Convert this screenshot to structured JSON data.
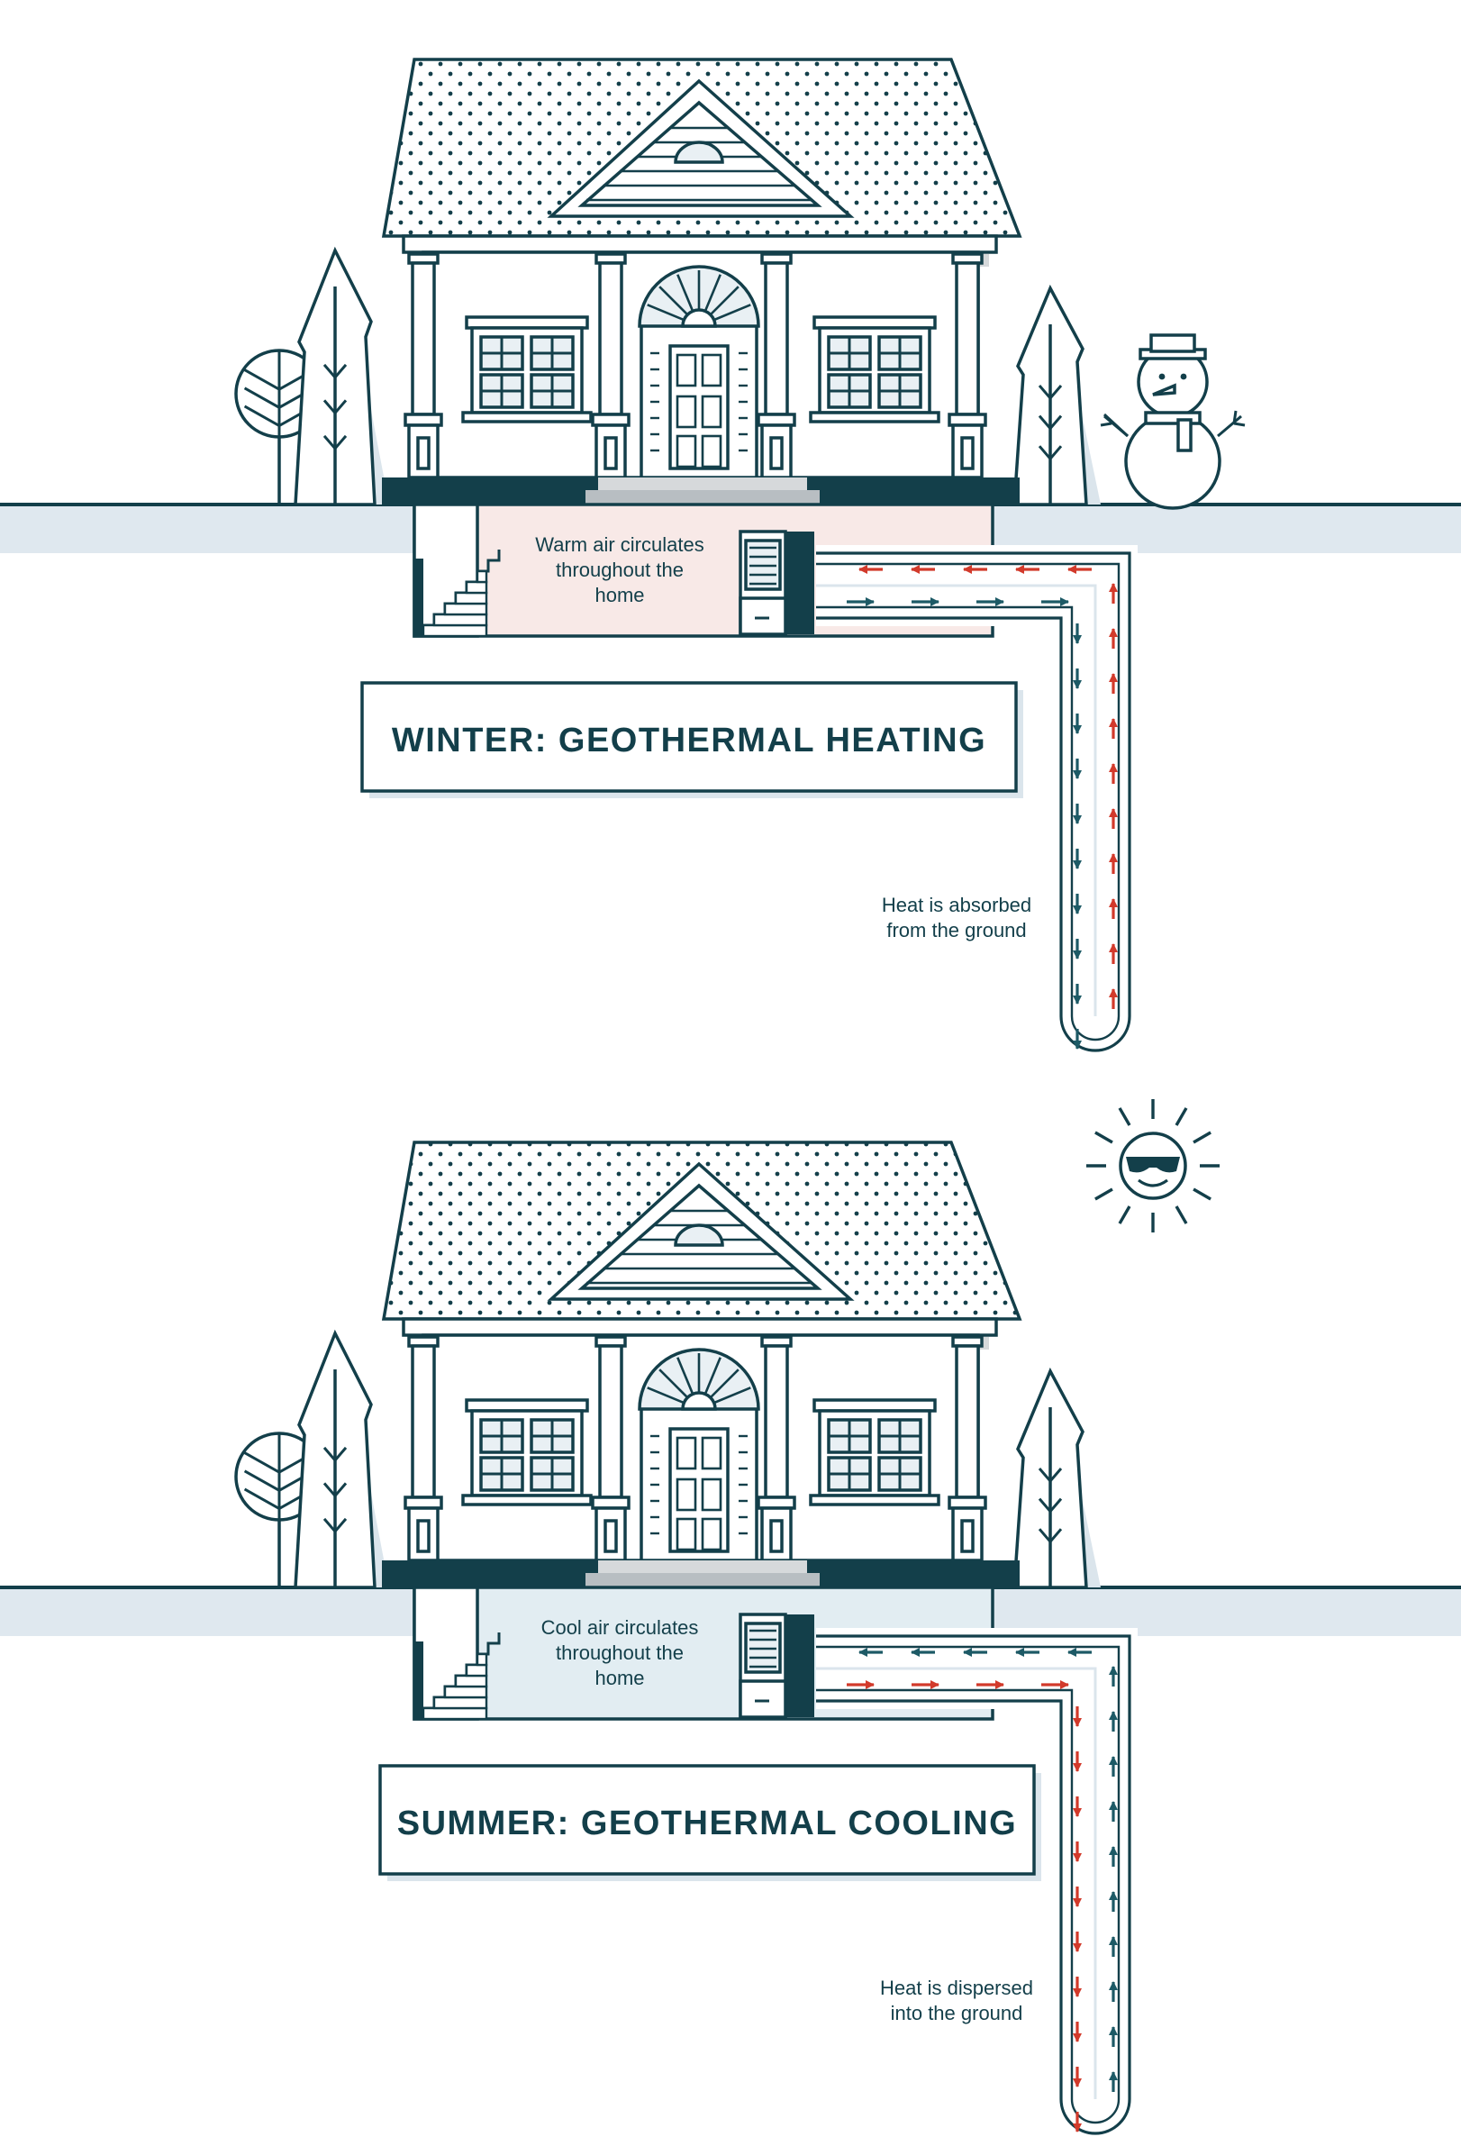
{
  "colors": {
    "line": "#133f4a",
    "ground": "#dfe8ef",
    "warm_basement": "#f8e9e7",
    "cool_basement": "#e2edf2",
    "hot_arrow": "#d23a2b",
    "cool_arrow": "#1d5a66",
    "shadow": "#dbe5ec",
    "porch": "#d6d9db"
  },
  "panels": [
    {
      "id": "winter",
      "title": "WINTER: GEOTHERMAL HEATING",
      "house_label": [
        "Warm air circulates",
        "throughout the",
        "home"
      ],
      "ground_label": [
        "Heat is absorbed",
        "from the ground"
      ],
      "decoration": "snowman-icon"
    },
    {
      "id": "summer",
      "title": "SUMMER: GEOTHERMAL COOLING",
      "house_label": [
        "Cool air circulates",
        "throughout the",
        "home"
      ],
      "ground_label": [
        "Heat is dispersed",
        "into the ground"
      ],
      "decoration": "sun-with-sunglasses-icon"
    }
  ]
}
